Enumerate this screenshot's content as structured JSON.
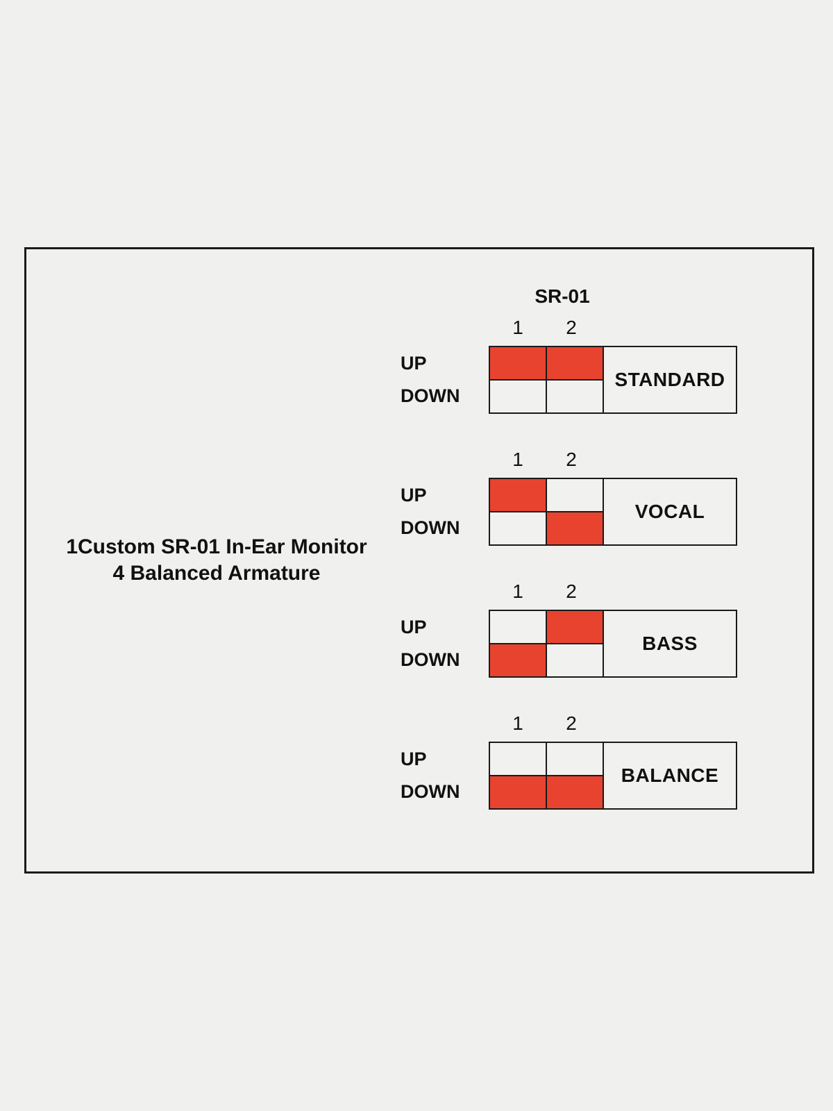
{
  "device": {
    "model_header": "SR-01",
    "title_line1": "1Custom SR-01 In-Ear Monitor",
    "title_line2": "4 Balanced Armature"
  },
  "columns": [
    "1",
    "2"
  ],
  "rows": {
    "up": "UP",
    "down": "DOWN"
  },
  "colors": {
    "switch_on": "#e8432f",
    "switch_off": "#f1f1f0",
    "line": "#1a1a1a",
    "background": "#f0f0ee"
  },
  "blocks": [
    {
      "label": "STANDARD",
      "up": [
        true,
        true
      ],
      "down": [
        false,
        false
      ]
    },
    {
      "label": "VOCAL",
      "up": [
        true,
        false
      ],
      "down": [
        false,
        true
      ]
    },
    {
      "label": "BASS",
      "up": [
        false,
        true
      ],
      "down": [
        true,
        false
      ]
    },
    {
      "label": "BALANCE",
      "up": [
        false,
        false
      ],
      "down": [
        true,
        true
      ]
    }
  ]
}
